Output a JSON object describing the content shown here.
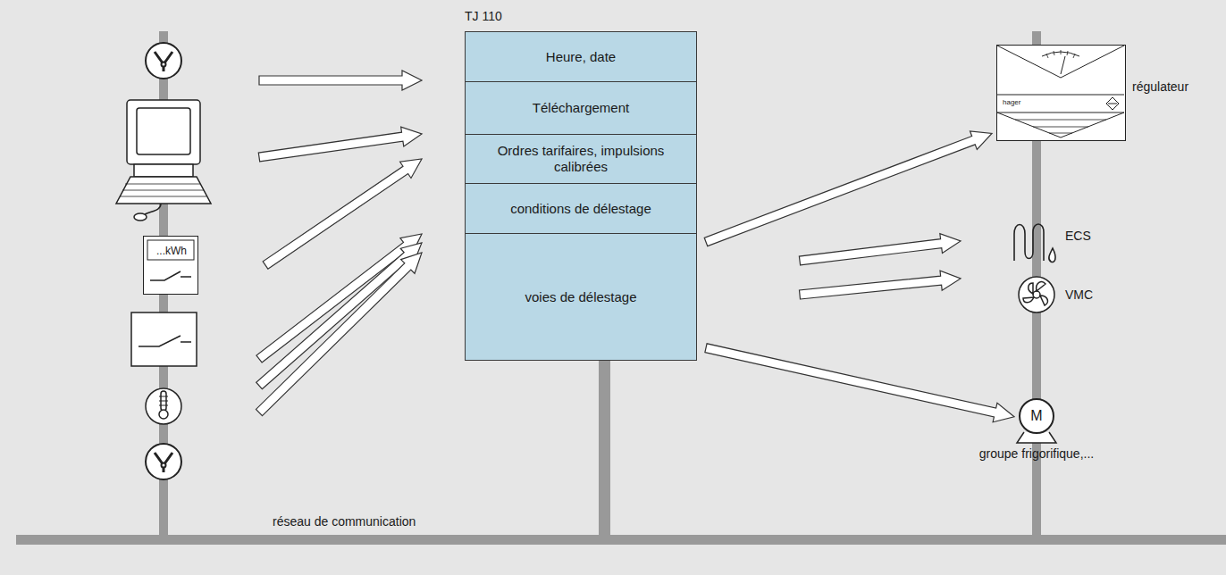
{
  "diagram": {
    "nodes": [
      {
        "text": [
          "TJ 110"
        ]
      },
      {
        "text": [
          "Heure, date"
        ],
        "in": 0
      },
      {
        "text": [
          "Téléchargement"
        ],
        "in": 0
      },
      {
        "text": [
          "Ordres tarifaires, impulsions calibrées"
        ],
        "in": 0
      },
      {
        "text": [
          "conditions de délestage"
        ],
        "in": 0
      },
      {
        "text": [
          "voies de délestage"
        ],
        "in": 0
      },
      {
        "text": [
          "...kWh"
        ]
      },
      {
        "text": [
          "hager",
          "régulateur"
        ]
      },
      {
        "text": [
          "M",
          "groupe frigorifique,..."
        ]
      }
    ],
    "edges": [
      {
        "from": 6,
        "to": 3,
        "arrow": "to"
      },
      {
        "from": 5,
        "to": 7,
        "arrow": "to"
      },
      {
        "from": 5,
        "to": 8,
        "arrow": "to"
      }
    ],
    "labels": [
      "ECS",
      "VMC",
      "réseau de communication"
    ]
  }
}
